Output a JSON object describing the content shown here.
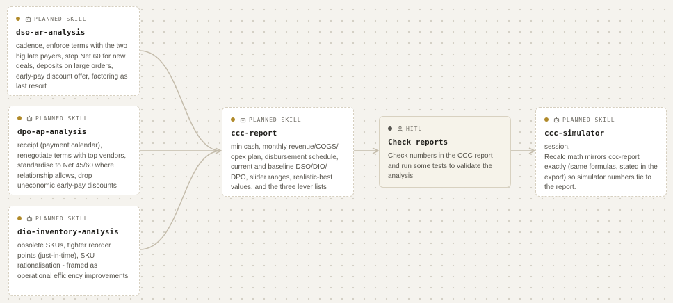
{
  "colors": {
    "planned_dot": "#b08a2a",
    "hitl_dot": "#575650",
    "connector": "#c4bcab"
  },
  "nodes": {
    "dso": {
      "tag": "PLANNED SKILL",
      "tag_icon": "robot-icon",
      "title": "dso-ar-analysis",
      "description": "cadence, enforce terms with the two big late payers, stop Net 60 for new deals, deposits on large orders, early-pay discount offer, factoring as last resort"
    },
    "dpo": {
      "tag": "PLANNED SKILL",
      "tag_icon": "robot-icon",
      "title": "dpo-ap-analysis",
      "description": "receipt (payment calendar), renegotiate terms with top vendors, standardise to Net 45/60 where relationship allows, drop uneconomic early-pay discounts"
    },
    "dio": {
      "tag": "PLANNED SKILL",
      "tag_icon": "robot-icon",
      "title": "dio-inventory-analysis",
      "description": "obsolete SKUs, tighter reorder points (just-in-time), SKU rationalisation - framed as operational efficiency improvements"
    },
    "ccc_report": {
      "tag": "PLANNED SKILL",
      "tag_icon": "robot-icon",
      "title": "ccc-report",
      "description": "min cash, monthly revenue/COGS/ opex plan, disbursement schedule, current and baseline DSO/DIO/ DPO, slider ranges, realistic-best values, and the three lever lists"
    },
    "hitl": {
      "tag": "HITL",
      "tag_icon": "person-icon",
      "title": "Check reports",
      "description": "Check numbers in the CCC report and run some tests to validate the analysis"
    },
    "ccc_sim": {
      "tag": "PLANNED SKILL",
      "tag_icon": "robot-icon",
      "title": "ccc-simulator",
      "description_lines": [
        "session.",
        "Recalc math mirrors ccc-report exactly (same formulas, stated in the export) so simulator numbers tie to the report."
      ]
    }
  }
}
